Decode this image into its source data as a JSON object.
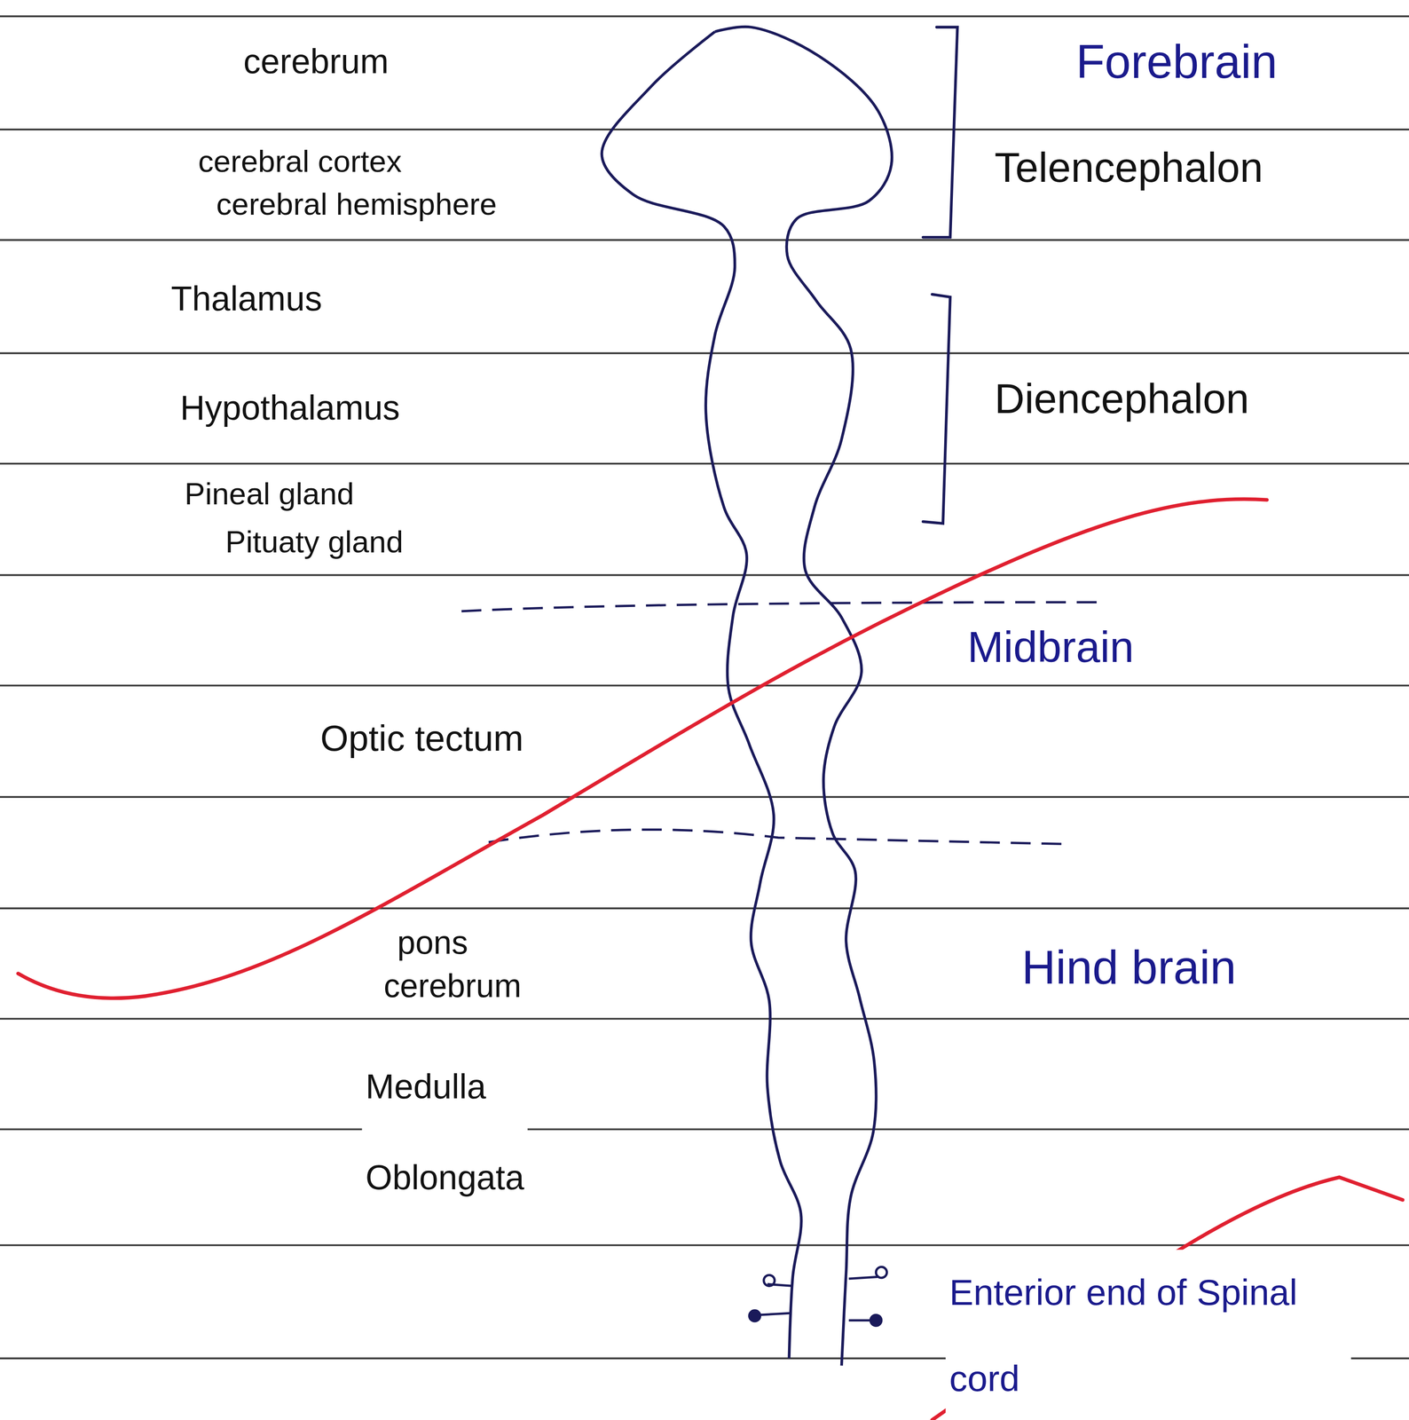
{
  "diagram": {
    "labels": [
      "cerebrum",
      "Forebrain",
      "cerebral cortex",
      "cerebral hemisphere",
      "Telencephalon",
      "Thalamus",
      "Hypothalamus",
      "Diencephalon",
      "Pineal gland",
      "Pituaty gland",
      "Midbrain",
      "Optic tectum",
      "pons",
      "cerebrum",
      "Hind brain",
      "Medulla Oblongata",
      "Enterior end of Spinal cord"
    ]
  }
}
